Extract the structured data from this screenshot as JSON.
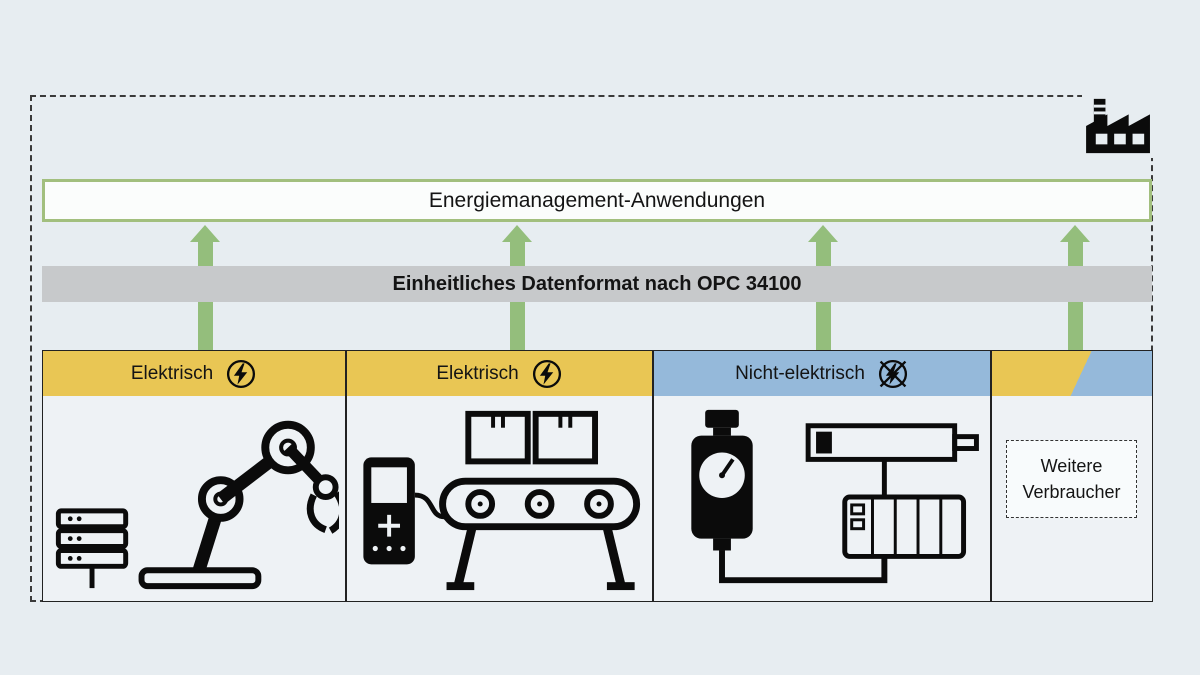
{
  "apps_bar": {
    "label": "Energiemanagement-Anwendungen"
  },
  "data_bar": {
    "label": "Einheitliches Datenformat nach OPC 34100"
  },
  "panels": [
    {
      "label": "Elektrisch",
      "energy": "electric",
      "icon": "lightning-icon"
    },
    {
      "label": "Elektrisch",
      "energy": "electric",
      "icon": "lightning-icon"
    },
    {
      "label": "Nicht-elektrisch",
      "energy": "non-electric",
      "icon": "lightning-crossed-icon"
    },
    {
      "label": "",
      "energy": "mixed",
      "icon": ""
    }
  ],
  "consumer_box": {
    "label": "Weitere Verbraucher"
  },
  "icons": {
    "top_right": "factory-icon",
    "panel_1_art": "robot-arm-icon, server-rack-icon",
    "panel_2_art": "conveyor-belt-icon, handheld-controller-icon",
    "panel_3_art": "pressure-gauge-icon, pneumatic-cylinder-icon, plc-icon"
  },
  "colors": {
    "bg": "#e7edf1",
    "panel_bg": "#eef2f5",
    "gray_bar": "#c7c9cb",
    "yellow": "#e9c654",
    "blue": "#95b9da",
    "green_arrow": "#94be7c",
    "green_border": "#a2bf7e",
    "ink": "#141414"
  }
}
